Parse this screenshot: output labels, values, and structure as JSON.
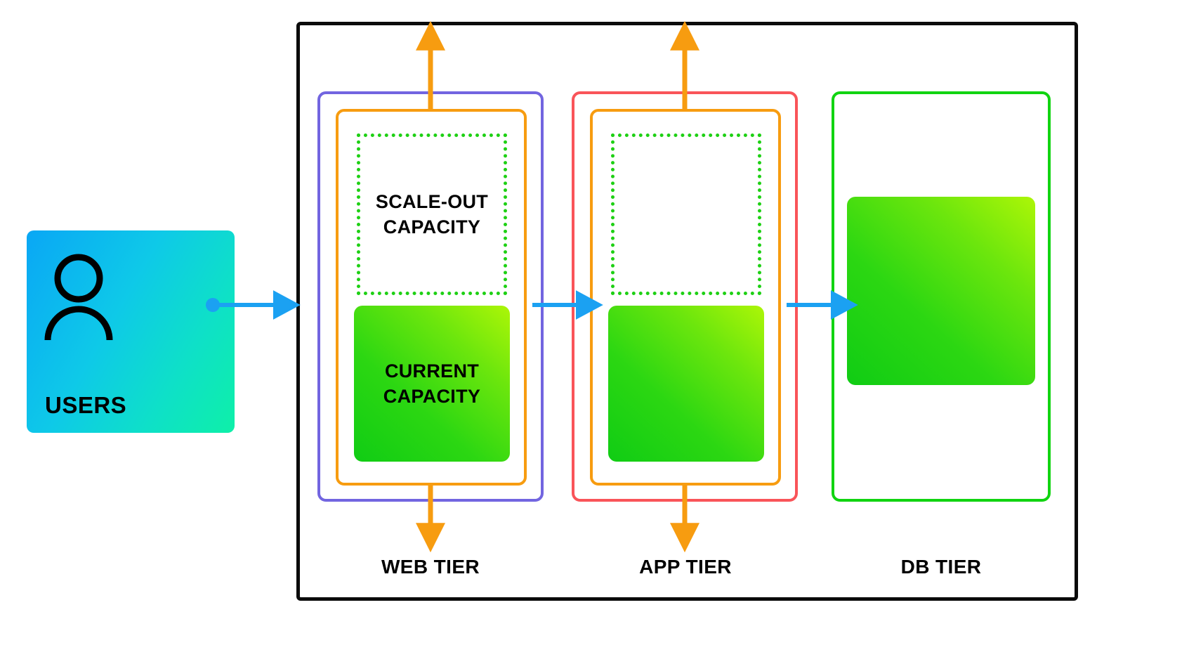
{
  "diagram": {
    "title_hidden": "",
    "actor": {
      "label": "USERS",
      "icon": "user-person-icon",
      "gradient_from": "#0aa7f5",
      "gradient_to": "#0ef0a8"
    },
    "container": {
      "name": "datacenter-container",
      "border_color": "#0b0b0b"
    },
    "tiers": [
      {
        "id": "web",
        "caption": "WEB TIER",
        "outer_border_color": "#7265e0",
        "mid_border_color": "#f79c10",
        "scaleout": {
          "label": "SCALE-OUT\nCAPACITY",
          "line1": "SCALE-OUT",
          "line2": "CAPACITY",
          "border_color": "#1ed014",
          "border_style": "dotted"
        },
        "capacity": {
          "label": "CURRENT\nCAPACITY",
          "line1": "CURRENT",
          "line2": "CAPACITY",
          "gradient_from": "#10cc14",
          "gradient_to": "#adf607"
        }
      },
      {
        "id": "app",
        "caption": "APP TIER",
        "outer_border_color": "#f95459",
        "mid_border_color": "#f79c10",
        "scaleout": {
          "label": "",
          "line1": "",
          "line2": "",
          "border_color": "#1ed014",
          "border_style": "dotted"
        },
        "capacity": {
          "label": "",
          "line1": "",
          "line2": "",
          "gradient_from": "#10cc14",
          "gradient_to": "#adf607"
        }
      },
      {
        "id": "db",
        "caption": "DB TIER",
        "outer_border_color": "#11d411",
        "capacity": {
          "label": "",
          "line1": "",
          "line2": "",
          "gradient_from": "#10cc14",
          "gradient_to": "#adf607"
        }
      }
    ],
    "flow_arrows": {
      "color": "#1ba1f2",
      "items": [
        {
          "name": "users-to-web-arrow"
        },
        {
          "name": "web-to-app-arrow"
        },
        {
          "name": "app-to-db-arrow"
        }
      ]
    },
    "scale_arrows": {
      "color": "#f79c10",
      "items": [
        {
          "name": "web-scale-up-arrow",
          "direction": "up"
        },
        {
          "name": "app-scale-up-arrow",
          "direction": "up"
        },
        {
          "name": "web-scale-down-arrow",
          "direction": "down"
        },
        {
          "name": "app-scale-down-arrow",
          "direction": "down"
        }
      ]
    }
  }
}
